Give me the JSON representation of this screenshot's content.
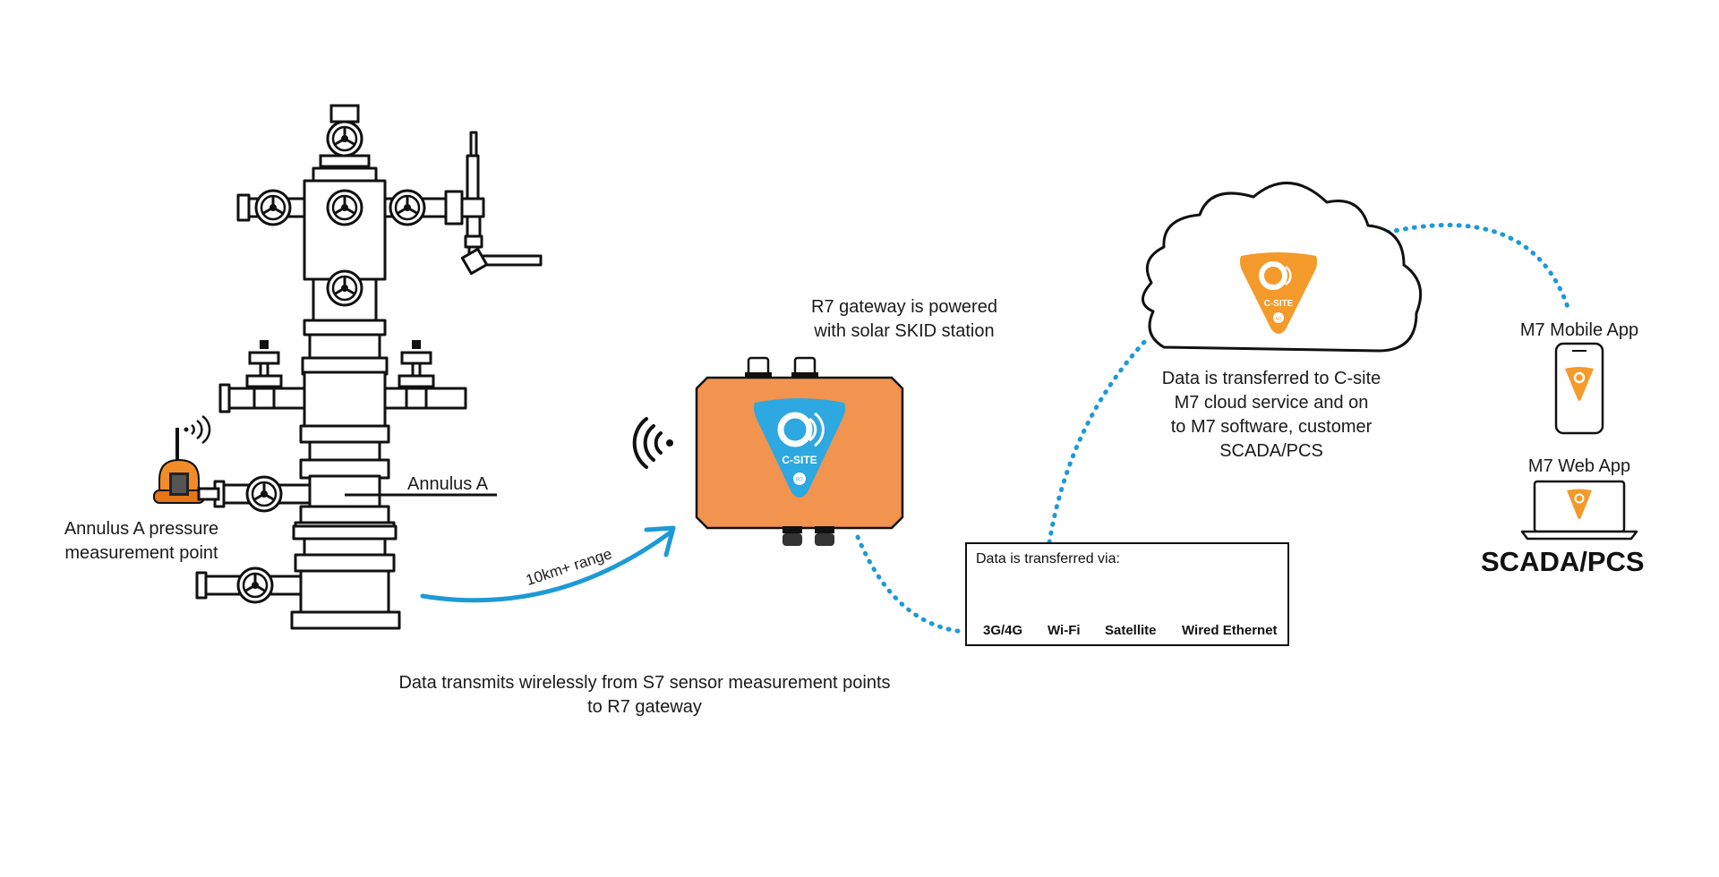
{
  "labels": {
    "annulus_a": "Annulus A",
    "pressure_point_line1": "Annulus A pressure",
    "pressure_point_line2": "measurement point",
    "range": "10km+ range",
    "transmit_line1": "Data transmits wirelessly from S7 sensor measurement points",
    "transmit_line2": "to R7 gateway",
    "gateway_line1": "R7 gateway is powered",
    "gateway_line2": "with solar SKID station",
    "cloud_line1": "Data is transferred to C-site",
    "cloud_line2": "M7 cloud service and on",
    "cloud_line3": "to M7 software, customer",
    "cloud_line4": "SCADA/PCS",
    "mobile_app": "M7 Mobile App",
    "web_app": "M7 Web App",
    "scada": "SCADA/PCS"
  },
  "transfer_box": {
    "title": "Data is transferred via:",
    "items": [
      {
        "label": "3G/4G",
        "icon": "cell-tower-icon"
      },
      {
        "label": "Wi-Fi",
        "icon": "wifi-router-icon"
      },
      {
        "label": "Satellite",
        "icon": "satellite-icon"
      },
      {
        "label": "Wired Ethernet",
        "icon": "ethernet-switch-icon"
      }
    ]
  },
  "logos": {
    "gateway_text": "C-SITE",
    "gateway_badge": "R7",
    "cloud_text": "C-SITE",
    "cloud_badge": "M7"
  },
  "colors": {
    "gateway_orange": "#f29350",
    "sensor_orange": "#f28c28",
    "brand_blue": "#2da8e0",
    "cloud_orange": "#f39a2b",
    "line_black": "#111111",
    "dotted_blue": "#1d9ad6"
  }
}
